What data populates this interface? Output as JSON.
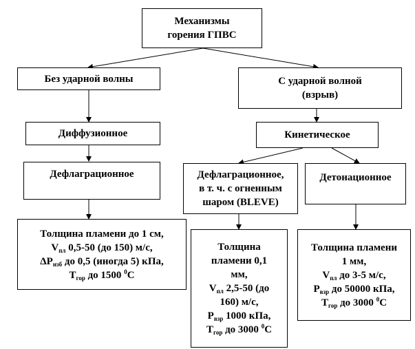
{
  "root": {
    "line1": "Механизмы",
    "line2": "горения ГПВС"
  },
  "left": {
    "branch": "Без ударной волны",
    "type": "Диффузионное",
    "subtype": "Дефлаграционное",
    "details": {
      "line1": "Толщина пламени до 1 см,",
      "v_letter": "V",
      "v_sub": "пл",
      "v_text": " 0,5-50 (до 150) м/с,",
      "dp_letter": "ΔP",
      "dp_sub": "изб",
      "dp_text": " до 0,5 (иногда 5) кПа,",
      "t_letter": "T",
      "t_sub": "гор",
      "t_text": " до 1500 ",
      "t_sup": "0",
      "t_unit": "C"
    }
  },
  "right": {
    "branch_line1": "С ударной волной",
    "branch_line2": "(взрыв)",
    "type": "Кинетическое",
    "deflagration": {
      "line1": "Дефлаграционное,",
      "line2": "в т. ч. с огненным",
      "line3": "шаром (BLEVE)",
      "details": {
        "line1": "Толщина",
        "line2": "пламени  0,1",
        "line3": "мм,",
        "v_letter": "V",
        "v_sub": "пл",
        "v_text": "  2,5-50 (до",
        "line5": "160) м/с,",
        "p_letter": "P",
        "p_sub": "взр",
        "p_text": " 1000 кПа,",
        "t_letter": "T",
        "t_sub": "гор",
        "t_text": " до 3000 ",
        "t_sup": "0",
        "t_unit": "C"
      }
    },
    "detonation": {
      "label": "Детонационное",
      "details": {
        "line1": "Толщина пламени",
        "line2": "1 мм,",
        "v_letter": "V",
        "v_sub": "пл",
        "v_text": " до 3-5 м/с,",
        "p_letter": "P",
        "p_sub": "взр",
        "p_text": " до 50000 кПа,",
        "t_letter": "T",
        "t_sub": "гор",
        "t_text": " до 3000 ",
        "t_sup": "0",
        "t_unit": "C"
      }
    }
  }
}
